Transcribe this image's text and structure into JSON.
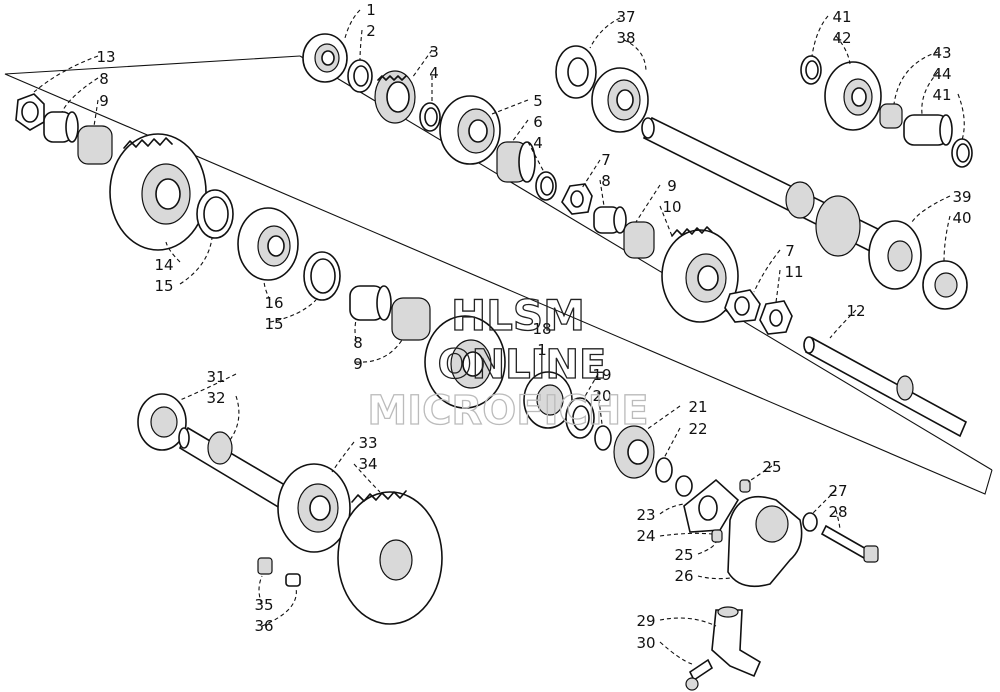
{
  "watermark": {
    "line1": "HLSM",
    "line2": "ONLINE",
    "line3": "MICROFICHE"
  },
  "callouts": [
    {
      "id": "c1a",
      "text": "1"
    },
    {
      "id": "c2a",
      "text": "2"
    },
    {
      "id": "c3",
      "text": "3"
    },
    {
      "id": "c4a",
      "text": "4"
    },
    {
      "id": "c5",
      "text": "5"
    },
    {
      "id": "c6",
      "text": "6"
    },
    {
      "id": "c4b",
      "text": "4"
    },
    {
      "id": "c7a",
      "text": "7"
    },
    {
      "id": "c8a",
      "text": "8"
    },
    {
      "id": "c9a",
      "text": "9"
    },
    {
      "id": "c10",
      "text": "10"
    },
    {
      "id": "c37",
      "text": "37"
    },
    {
      "id": "c38",
      "text": "38"
    },
    {
      "id": "c41a",
      "text": "41"
    },
    {
      "id": "c42",
      "text": "42"
    },
    {
      "id": "c43",
      "text": "43"
    },
    {
      "id": "c44",
      "text": "44"
    },
    {
      "id": "c41b",
      "text": "41"
    },
    {
      "id": "c39",
      "text": "39"
    },
    {
      "id": "c40",
      "text": "40"
    },
    {
      "id": "c7b",
      "text": "7"
    },
    {
      "id": "c11",
      "text": "11"
    },
    {
      "id": "c12",
      "text": "12"
    },
    {
      "id": "c13",
      "text": "13"
    },
    {
      "id": "c8b",
      "text": "8"
    },
    {
      "id": "c9b",
      "text": "9"
    },
    {
      "id": "c14",
      "text": "14"
    },
    {
      "id": "c15a",
      "text": "15"
    },
    {
      "id": "c16",
      "text": "16"
    },
    {
      "id": "c15b",
      "text": "15"
    },
    {
      "id": "c8c",
      "text": "8"
    },
    {
      "id": "c9c",
      "text": "9"
    },
    {
      "id": "c18",
      "text": "18"
    },
    {
      "id": "c1b",
      "text": "1"
    },
    {
      "id": "c19",
      "text": "19"
    },
    {
      "id": "c20",
      "text": "20"
    },
    {
      "id": "c21",
      "text": "21"
    },
    {
      "id": "c22",
      "text": "22"
    },
    {
      "id": "c31",
      "text": "31"
    },
    {
      "id": "c32",
      "text": "32"
    },
    {
      "id": "c33",
      "text": "33"
    },
    {
      "id": "c34",
      "text": "34"
    },
    {
      "id": "c25a",
      "text": "25"
    },
    {
      "id": "c27",
      "text": "27"
    },
    {
      "id": "c28",
      "text": "28"
    },
    {
      "id": "c23",
      "text": "23"
    },
    {
      "id": "c24",
      "text": "24"
    },
    {
      "id": "c25b",
      "text": "25"
    },
    {
      "id": "c26",
      "text": "26"
    },
    {
      "id": "c35",
      "text": "35"
    },
    {
      "id": "c36",
      "text": "36"
    },
    {
      "id": "c29",
      "text": "29"
    },
    {
      "id": "c30",
      "text": "30"
    }
  ]
}
